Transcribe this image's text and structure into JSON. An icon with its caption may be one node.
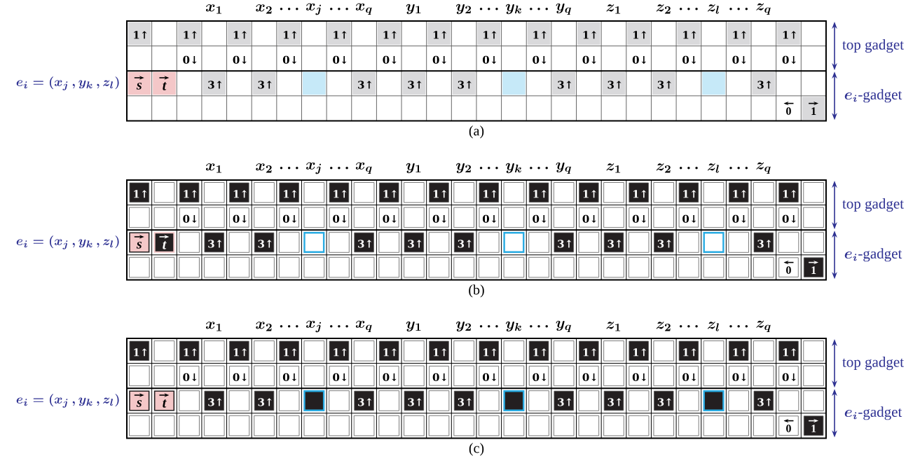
{
  "diagram": {
    "labels": [
      "x_1",
      "x_2",
      "\\cdots",
      "x_j",
      "\\cdots",
      "x_q",
      "y_1",
      "y_2",
      "\\cdots",
      "y_k",
      "\\cdots",
      "y_q",
      "z_1",
      "z_2",
      "\\cdots",
      "z_l",
      "\\cdots",
      "z_q",
      "1↑",
      "1↑",
      "1↑",
      "1↑",
      "1↑",
      "1↑",
      "1↑",
      "1↑",
      "1↑",
      "1↑",
      "1↑",
      "1↑",
      "1↑",
      "1↑",
      "top gadget",
      "0↓",
      "0↓",
      "0↓",
      "0↓",
      "0↓",
      "0↓",
      "0↓",
      "0↓",
      "0↓",
      "0↓",
      "0↓",
      "0↓",
      "0↓",
      "e_i = (x_j\\,,y_k\\,,z_l)",
      "s",
      "t",
      "3↑",
      "3↑",
      "3↑",
      "3↑",
      "3↑",
      "3↑",
      "3↑",
      "3↑",
      "3↑",
      "e_i\\mbox{-gadget}",
      "0",
      "1",
      "(a)",
      "x_1",
      "x_2",
      "\\cdots",
      "x_j",
      "\\cdots",
      "x_q",
      "y_1",
      "y_2",
      "\\cdots",
      "y_k",
      "\\cdots",
      "y_q",
      "z_1",
      "z_2",
      "\\cdots",
      "z_l",
      "\\cdots",
      "z_q",
      "1↑",
      "1↑",
      "1↑",
      "1↑",
      "1↑",
      "1↑",
      "1↑",
      "1↑",
      "1↑",
      "1↑",
      "1↑",
      "1↑",
      "1↑",
      "1↑",
      "top gadget",
      "0↓",
      "0↓",
      "0↓",
      "0↓",
      "0↓",
      "0↓",
      "0↓",
      "0↓",
      "0↓",
      "0↓",
      "0↓",
      "0↓",
      "0↓",
      "e_i = (x_j\\,,y_k\\,,z_l)",
      "s",
      "t",
      "3↑",
      "3↑",
      "3↑",
      "3↑",
      "3↑",
      "3↑",
      "3↑",
      "3↑",
      "3↑",
      "e_i\\mbox{-gadget}",
      "0",
      "1",
      "(b)",
      "x_1",
      "x_2",
      "\\cdots",
      "x_j",
      "\\cdots",
      "x_q",
      "y_1",
      "y_2",
      "\\cdots",
      "y_k",
      "\\cdots",
      "y_q",
      "z_1",
      "z_2",
      "\\cdots",
      "z_l",
      "\\cdots",
      "z_q",
      "1↑",
      "1↑",
      "1↑",
      "1↑",
      "1↑",
      "1↑",
      "1↑",
      "1↑",
      "1↑",
      "1↑",
      "1↑",
      "1↑",
      "1↑",
      "1↑",
      "top gadget",
      "0↓",
      "0↓",
      "0↓",
      "0↓",
      "0↓",
      "0↓",
      "0↓",
      "0↓",
      "0↓",
      "0↓",
      "0↓",
      "0↓",
      "0↓",
      "e_i = (x_j\\,,y_k\\,,z_l)",
      "s",
      "t",
      "3↑",
      "3↑",
      "3↑",
      "3↑",
      "3↑",
      "3↑",
      "3↑",
      "3↑",
      "3↑",
      "e_i\\mbox{-gadget}",
      "0",
      "1",
      "(c)"
    ]
  }
}
